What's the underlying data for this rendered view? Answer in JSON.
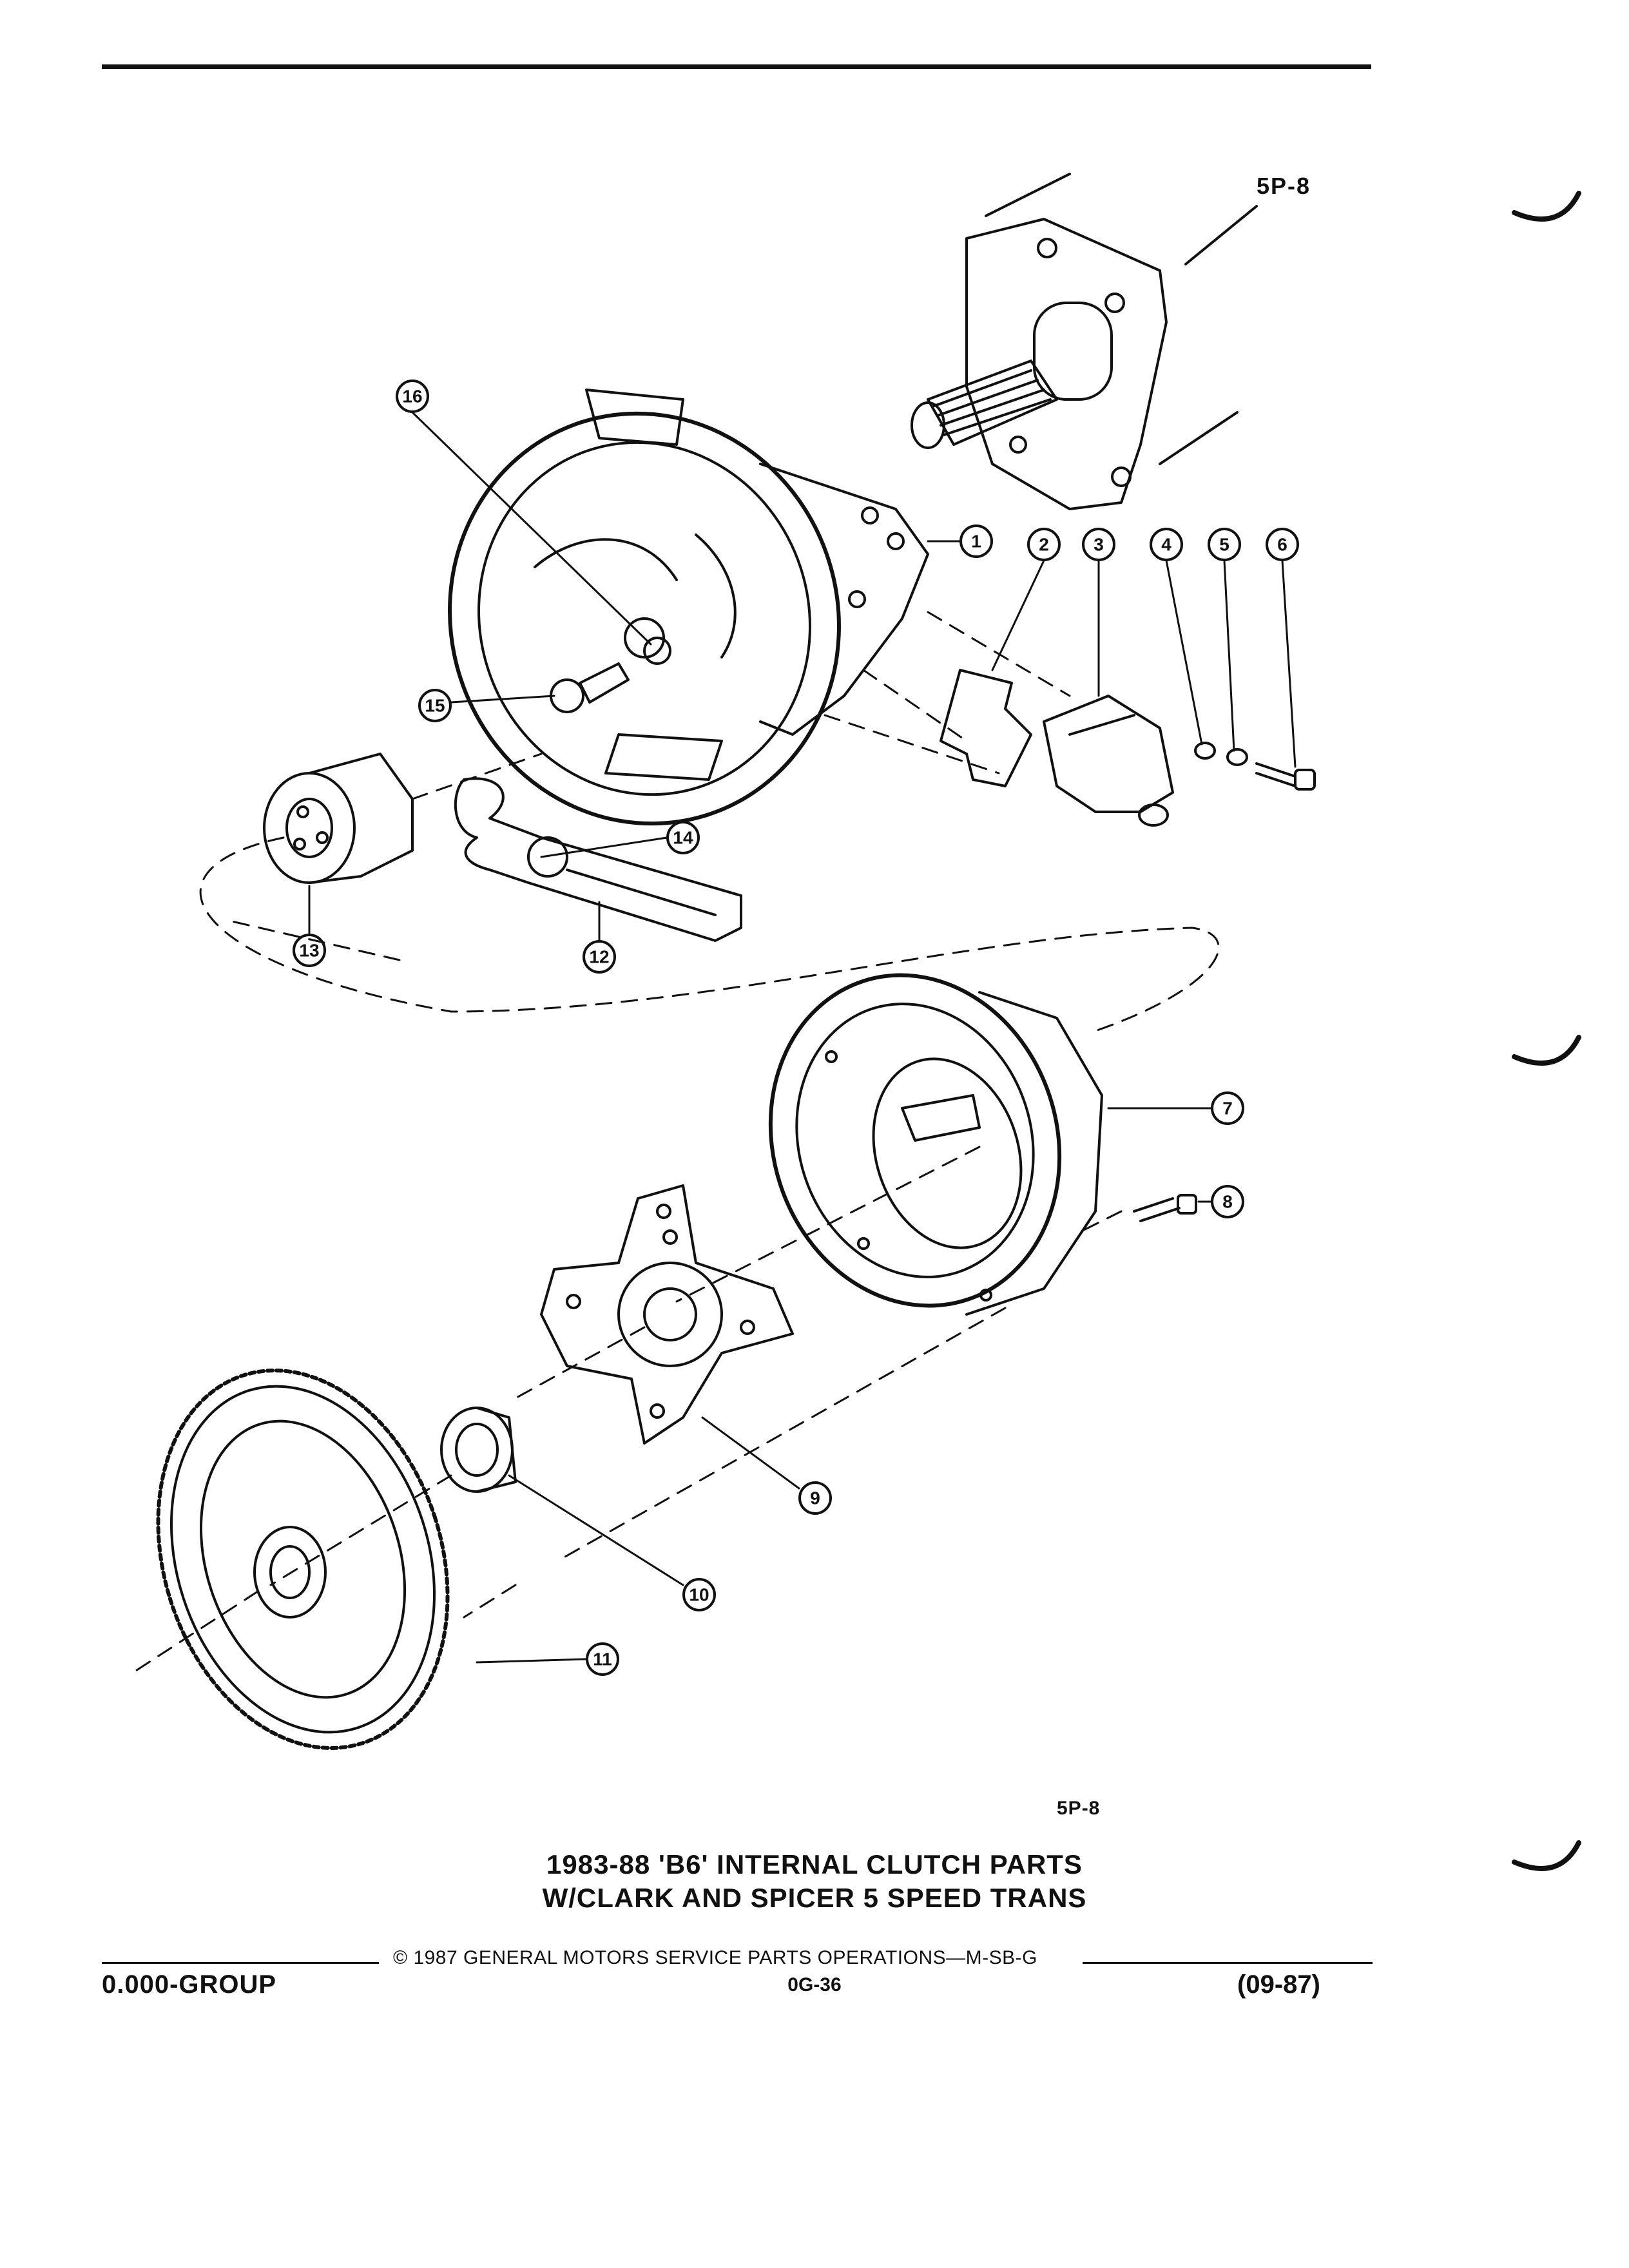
{
  "header": {
    "ref": "5P-8"
  },
  "diagram": {
    "callouts": [
      {
        "id": "c1",
        "label": "1"
      },
      {
        "id": "c2",
        "label": "2"
      },
      {
        "id": "c3",
        "label": "3"
      },
      {
        "id": "c4",
        "label": "4"
      },
      {
        "id": "c5",
        "label": "5"
      },
      {
        "id": "c6",
        "label": "6"
      },
      {
        "id": "c7",
        "label": "7"
      },
      {
        "id": "c8",
        "label": "8"
      },
      {
        "id": "c9",
        "label": "9"
      },
      {
        "id": "c10",
        "label": "10"
      },
      {
        "id": "c11",
        "label": "11"
      },
      {
        "id": "c12",
        "label": "12"
      },
      {
        "id": "c13",
        "label": "13"
      },
      {
        "id": "c14",
        "label": "14"
      },
      {
        "id": "c15",
        "label": "15"
      },
      {
        "id": "c16",
        "label": "16"
      }
    ]
  },
  "figure_ref": "5P-8",
  "title": {
    "line1": "1983-88 'B6' INTERNAL CLUTCH PARTS",
    "line2": "W/CLARK AND SPICER 5 SPEED TRANS"
  },
  "footer": {
    "copyright": "© 1987 GENERAL MOTORS SERVICE PARTS OPERATIONS—M-SB-G",
    "group": "0.000-GROUP",
    "page": "0G-36",
    "date": "(09-87)"
  }
}
